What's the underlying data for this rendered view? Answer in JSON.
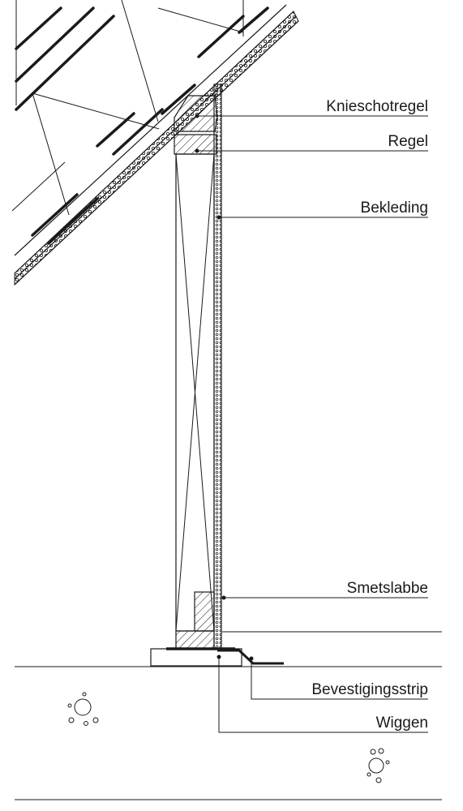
{
  "labels": {
    "knieschotregel": "Knieschotregel",
    "regel": "Regel",
    "bekleding": "Bekleding",
    "smetslabbe": "Smetslabbe",
    "bevestigingsstrip": "Bevestigingsstrip",
    "wiggen": "Wiggen"
  },
  "colors": {
    "line": "#1a1a1a",
    "background": "#ffffff"
  }
}
